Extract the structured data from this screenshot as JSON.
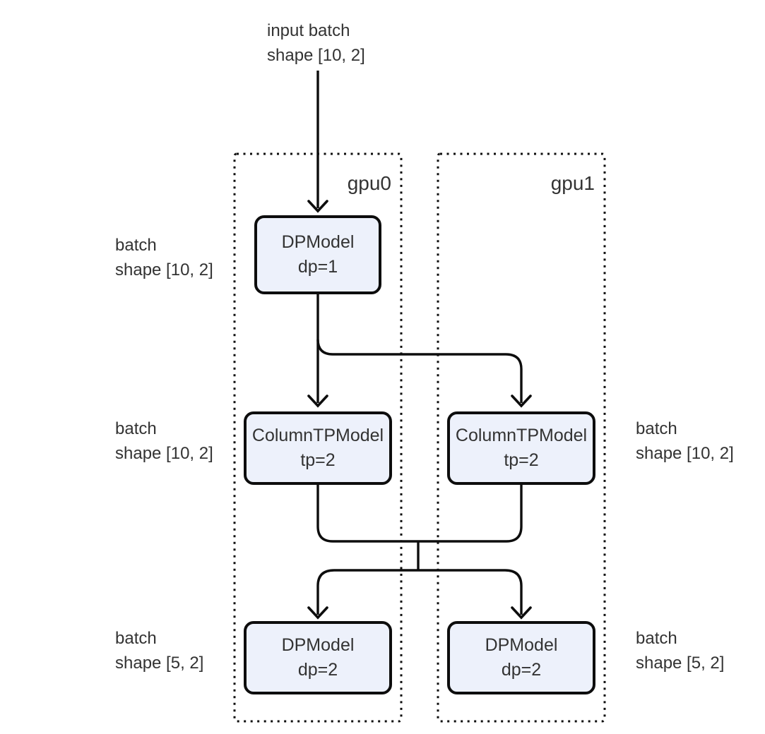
{
  "diagram": {
    "input_label": {
      "line1": "input batch",
      "line2": "shape [10, 2]"
    },
    "gpu_groups": [
      {
        "label": "gpu0"
      },
      {
        "label": "gpu1"
      }
    ],
    "nodes": [
      {
        "title": "DPModel",
        "subtitle": "dp=1"
      },
      {
        "title": "ColumnTPModel",
        "subtitle": "tp=2"
      },
      {
        "title": "ColumnTPModel",
        "subtitle": "tp=2"
      },
      {
        "title": "DPModel",
        "subtitle": "dp=2"
      },
      {
        "title": "DPModel",
        "subtitle": "dp=2"
      }
    ],
    "side_labels": [
      {
        "line1": "batch",
        "line2": "shape [10, 2]"
      },
      {
        "line1": "batch",
        "line2": "shape [10, 2]"
      },
      {
        "line1": "batch",
        "line2": "shape [10, 2]"
      },
      {
        "line1": "batch",
        "line2": "shape [5, 2]"
      },
      {
        "line1": "batch",
        "line2": "shape [5, 2]"
      }
    ],
    "colors": {
      "node_fill": "#edf1fb",
      "line": "#0d0d0d",
      "text": "#333333"
    }
  }
}
